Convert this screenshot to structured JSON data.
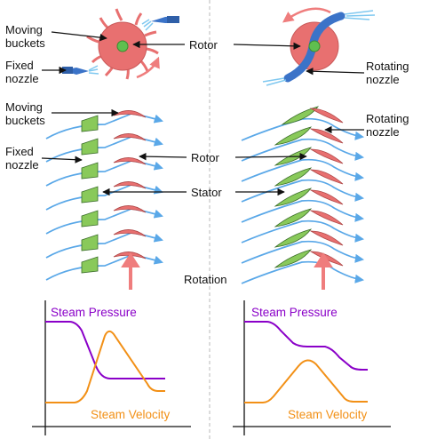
{
  "labels": {
    "moving_buckets": "Moving buckets",
    "fixed_nozzle": "Fixed nozzle",
    "rotor": "Rotor",
    "stator": "Stator",
    "rotating_nozzle": "Rotating nozzle",
    "rotation": "Rotation"
  },
  "plots": {
    "pressure_label": "Steam Pressure",
    "velocity_label": "Steam Velocity",
    "pressure_color": "#8a00c8",
    "velocity_color": "#f29016"
  },
  "colors": {
    "rotor_fill": "#e87070",
    "hub_fill": "#5fbf4f",
    "blade_red": "#e87070",
    "blade_green": "#89c95a",
    "flow_blue": "#5aa8e8",
    "nozzle_blue": "#3b73c8",
    "arrow_red": "#ef7d7d",
    "divider": "#b8b8b8"
  }
}
